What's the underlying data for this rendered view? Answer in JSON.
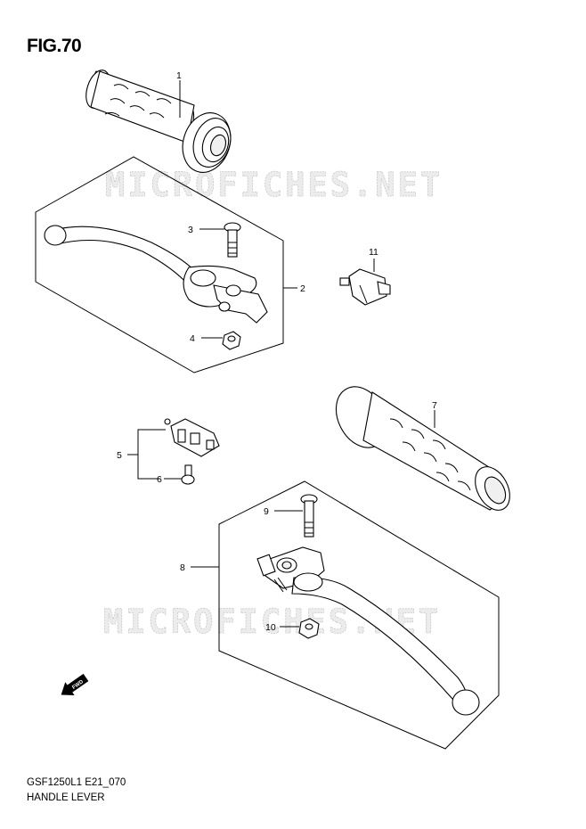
{
  "figure": {
    "title": "FIG.70",
    "diagram_code": "GSF1250L1 E21_070",
    "diagram_name": "HANDLE LEVER"
  },
  "watermark": "MICROFICHES.NET",
  "fwd_label": "FWD",
  "callouts": {
    "c1": "1",
    "c2": "2",
    "c3": "3",
    "c4": "4",
    "c5": "5",
    "c6": "6",
    "c7": "7",
    "c8": "8",
    "c9": "9",
    "c10": "10",
    "c11": "11"
  }
}
